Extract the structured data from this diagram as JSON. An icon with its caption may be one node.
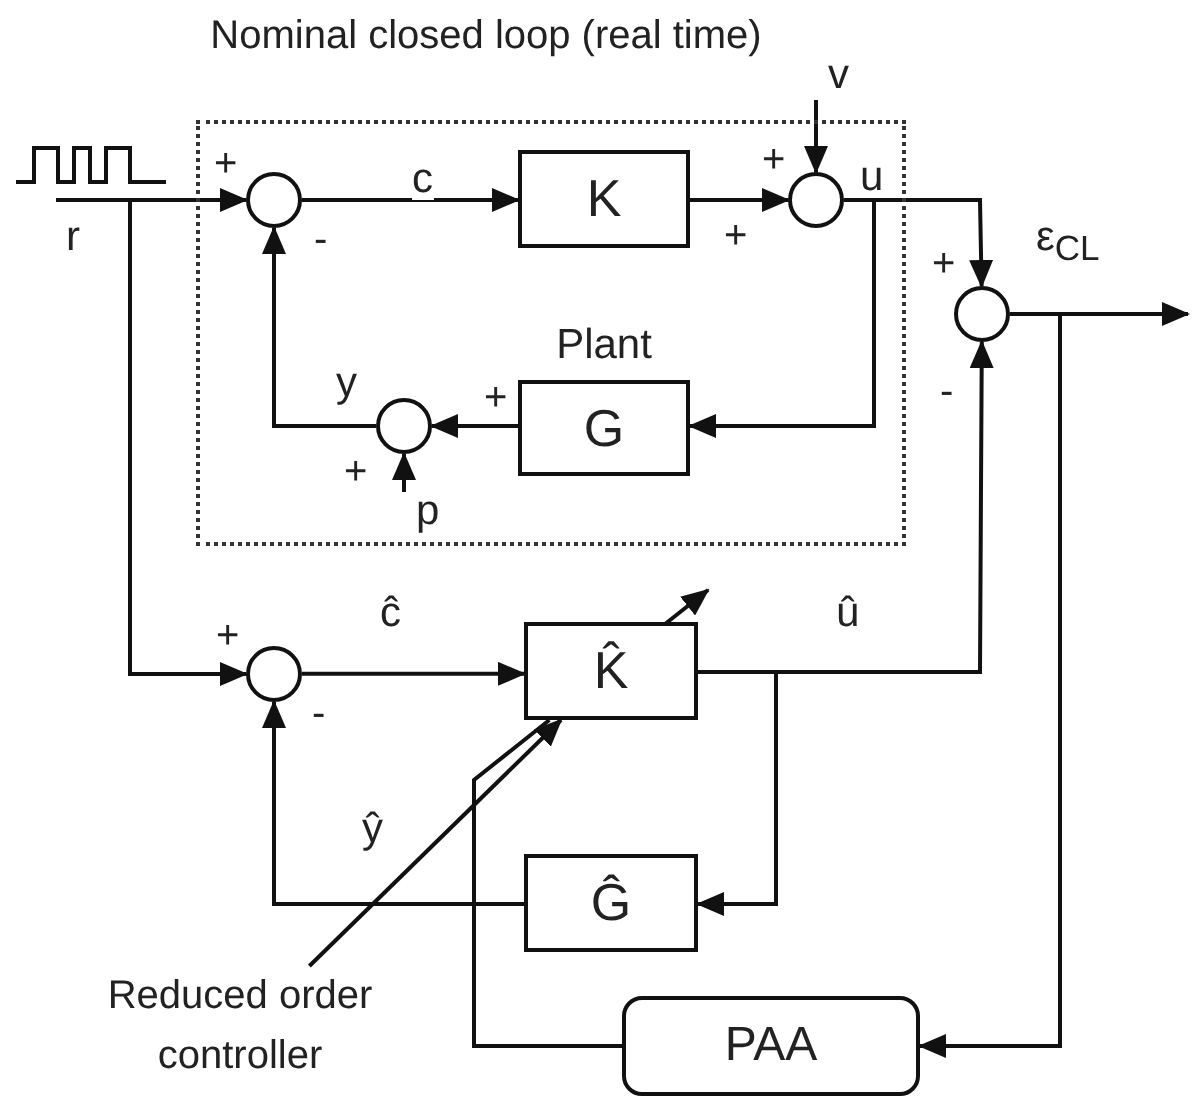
{
  "diagram": {
    "nodes": [
      {
        "text": [
          "Nominal closed loop (real time)"
        ]
      },
      {
        "text": [],
        "shape": "picture"
      },
      {
        "text": [
          "v"
        ]
      },
      {
        "text": [],
        "shape": "circle",
        "in": 0
      },
      {
        "text": [
          "K"
        ],
        "in": 0
      },
      {
        "text": [],
        "shape": "circle",
        "in": 0
      },
      {
        "text": [
          "Plant",
          "G"
        ],
        "in": 0
      },
      {
        "text": [],
        "shape": "circle",
        "in": 0
      },
      {
        "text": [
          "p"
        ],
        "in": 0
      },
      {
        "text": [],
        "shape": "circle"
      },
      {
        "text": [],
        "shape": "circle"
      },
      {
        "text": [
          "K̂"
        ]
      },
      {
        "text": [
          "Ĝ"
        ]
      },
      {
        "text": [
          "Reduced order controller"
        ]
      },
      {
        "text": [
          "PAA"
        ]
      }
    ],
    "edges": [
      {
        "from": 1,
        "to": 3,
        "arrow": "to",
        "label": "r"
      },
      {
        "from": 1,
        "to": 10,
        "arrow": "to"
      },
      {
        "from": 3,
        "to": 4,
        "arrow": "to",
        "label": "c"
      },
      {
        "from": 4,
        "to": 5,
        "arrow": "to"
      },
      {
        "from": 2,
        "to": 5,
        "arrow": "to"
      },
      {
        "from": 5,
        "to": 9,
        "arrow": "to",
        "label": "u"
      },
      {
        "from": 5,
        "to": 6,
        "arrow": "to"
      },
      {
        "from": 6,
        "to": 7,
        "arrow": "to"
      },
      {
        "from": 8,
        "to": 7,
        "arrow": "to"
      },
      {
        "from": 7,
        "to": 3,
        "arrow": "to",
        "label": "y"
      },
      {
        "from": 9,
        "to": null,
        "arrow": "to",
        "label": "ε$_{CL}$"
      },
      {
        "from": 10,
        "to": 11,
        "arrow": "to",
        "label": "ĉ"
      },
      {
        "from": 11,
        "to": 9,
        "arrow": "to",
        "label": "û"
      },
      {
        "from": 11,
        "to": 12,
        "arrow": "to"
      },
      {
        "from": 12,
        "to": 10,
        "arrow": "to",
        "label": "ŷ"
      },
      {
        "from": 9,
        "to": 14,
        "arrow": "to"
      },
      {
        "from": 14,
        "to": 11,
        "arrow": "none"
      },
      {
        "from": 13,
        "to": 11,
        "arrow": "to"
      }
    ],
    "labels": [
      "+",
      "-",
      "+",
      "+",
      "+",
      "+",
      "+",
      "-",
      "+",
      "-"
    ]
  }
}
